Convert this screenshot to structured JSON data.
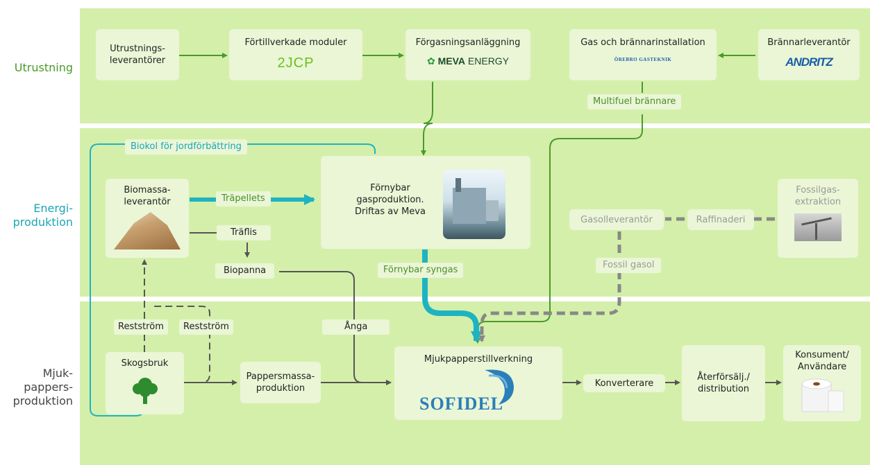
{
  "rows": {
    "equipment": "Utrustning",
    "energy": "Energi-\nproduktion",
    "tissue": "Mjuk-\npappers-\nproduktion"
  },
  "equipment": {
    "suppliers": "Utrustnings-\nleverantörer",
    "modules": "Förtillverkade moduler",
    "modules_logo": "2JCP",
    "gasification": "Förgasningsanläggning",
    "gasification_logo": "MEVA ENERGY",
    "gasification_logo_bold": "MEVA",
    "gasification_logo_rest": "ENERGY",
    "burner_install": "Gas och brännarinstallation",
    "burner_install_logo": "ÖREBRO GASTEKNIK",
    "burner_supplier": "Brännarleverantör",
    "burner_supplier_logo": "ANDRITZ",
    "multifuel": "Multifuel brännare"
  },
  "energy": {
    "biochar": "Biokol för jordförbättring",
    "biomass": "Biomassa-\nleverantör",
    "pellets": "Träpellets",
    "woodchips": "Träflis",
    "biopanna": "Biopanna",
    "plant": "Förnybar\ngasproduktion.\nDriftas av Meva",
    "syngas": "Förnybar syngas",
    "lpg_supplier": "Gasolleverantör",
    "refinery": "Raffinaderi",
    "fossil_extraction": "Fossilgas-\nextraktion",
    "fossil_lpg": "Fossil gasol"
  },
  "tissue": {
    "residual_1": "Restström",
    "residual_2": "Restström",
    "steam": "Ånga",
    "forestry": "Skogsbruk",
    "pulp": "Pappersmassa-\nproduktion",
    "tissue_mfg": "Mjukpapperstillverkning",
    "tissue_logo": "SOFIDEL",
    "converter": "Konverterare",
    "retail": "Återförsälj./\ndistribution",
    "consumer": "Konsument/\nAnvändare"
  },
  "colors": {
    "band": "#d4efaa",
    "box": "#eaf6d6",
    "green_flow": "#4a9a2a",
    "teal_flow": "#1fb3c1",
    "gray_flow": "#888888",
    "dark_flow": "#555555",
    "tissue_logo": "#2a7fb8",
    "andritz": "#1a5da8"
  },
  "icons": [
    "tree-icon",
    "toilet-roll-icon",
    "wood-pile-image",
    "gas-plant-image",
    "oil-pump-image",
    "sofidel-swoosh-icon",
    "meva-leaf-icon"
  ]
}
